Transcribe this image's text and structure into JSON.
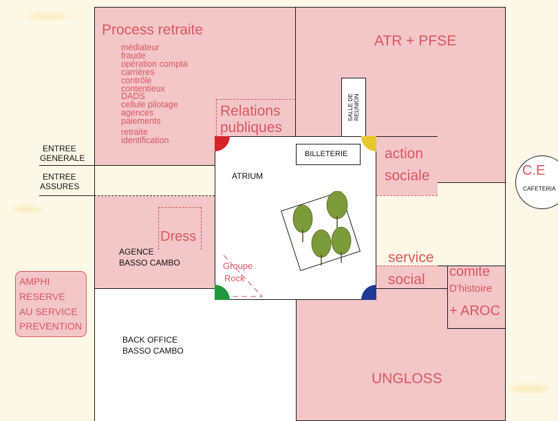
{
  "colors": {
    "room_fill": "#f3c6c8",
    "room_text": "#d9565f",
    "background": "#fdf8e6",
    "corner_red": "#d6232a",
    "corner_yellow": "#e6c82a",
    "corner_green": "#1e9a3c",
    "corner_blue": "#1f3a94"
  },
  "rooms": {
    "process_retraite": {
      "title": "Process retraite",
      "items": [
        "médiateur",
        "fraude",
        "opération compta",
        "carrières",
        "contrôle",
        "contentieux",
        "DADS",
        "cellule pilotage",
        "agences",
        "paiements",
        "retraite",
        "identification"
      ]
    },
    "atr_pfse": "ATR + PFSE",
    "salle_reunion": "SALLE DE REUNION",
    "relations_publiques": [
      "Relations",
      "publiques"
    ],
    "billeterie": "BILLETERIE",
    "atrium": "ATRIUM",
    "action_sociale": [
      "action",
      "sociale"
    ],
    "ce": "C.E",
    "cafeteria": "CAFETERIA",
    "dress": "Dress",
    "agence": [
      "AGENCE",
      "BASSO CAMBO"
    ],
    "groupe_rock": [
      "Groupe",
      "Rock"
    ],
    "service_social": [
      "service",
      "social"
    ],
    "comite": [
      "comite",
      "D'histoire",
      "+ AROC"
    ],
    "amphi": [
      "AMPHI",
      "RESERVE",
      "AU SERVICE",
      "PREVENTION"
    ],
    "back_office": [
      "BACK OFFICE",
      "BASSO CAMBO"
    ],
    "ungloss": "UNGLOSS"
  },
  "entrances": {
    "generale": [
      "ENTREE",
      "GENERALE"
    ],
    "assures": [
      "ENTREE",
      "ASSURES"
    ]
  },
  "icons": {
    "trees": "trees-icon"
  }
}
